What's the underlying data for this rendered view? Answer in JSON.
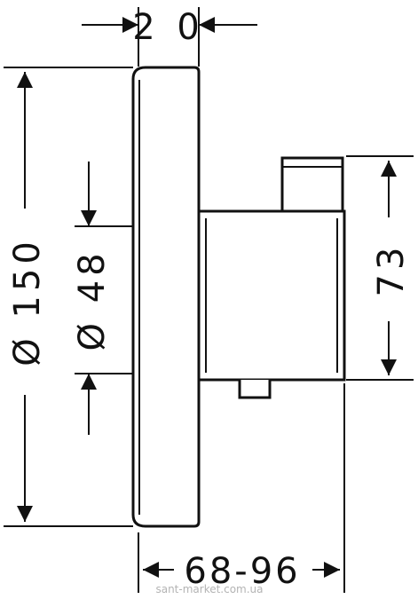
{
  "dimensions": {
    "top_width": "2 0",
    "overall_height": "Ø 150",
    "inner_diameter": "Ø 48",
    "side_height": "73",
    "depth": "68-96"
  },
  "watermark": "sant-market.com.ua",
  "colors": {
    "ink": "#111111",
    "watermark": "#b4b4b4",
    "background": "#ffffff"
  }
}
